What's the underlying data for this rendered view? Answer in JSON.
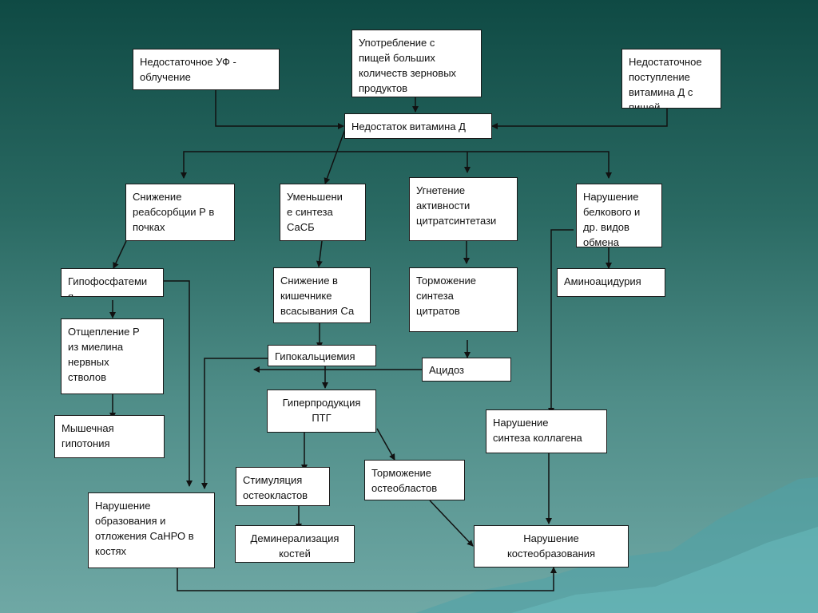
{
  "colors": {
    "background_top": "#0f4a44",
    "background_bottom": "#6fa8a5",
    "box_fill": "#ffffff",
    "line": "#111111"
  },
  "nodes": {
    "uv": "Недостаточное УФ -\nоблучение",
    "grain": "Употребление с\nпищей больших\nколичеств зерновых\nпродуктов",
    "intake": "Недостаточное\nпоступление\nвитамина Д с\nпищей",
    "deficit": "Недостаток витамина Д",
    "p_reabsorb": "Снижение\nреабсорбции Р в\nпочках",
    "casb": "Уменьшени\nе синтеза\nСаСБ",
    "citrate_synth": "Угнетение\nактивности\nцитратсинтетази",
    "protein": "Нарушение\nбелкового и\nдр. видов\nобмена",
    "hypophos": "Гипофосфатеми\nя",
    "ca_absorb": "Снижение в\nкишечнике\nвсасывания Са",
    "citrate_inhib": "Торможение\nсинтеза\nцитратов",
    "aminoacid": "Аминоацидурия",
    "p_myelin": "Отщепление Р\nиз миелина\nнервных\nстволов",
    "hypocalc": "Гипокальциемия",
    "acidosis": "Ацидоз",
    "pth": "Гиперпродукция\nПТГ",
    "collagen": "Нарушение\nсинтеза коллагена",
    "hypotonia": "Мышечная\nгипотония",
    "osteoclast": "Стимуляция\nостеокластов",
    "osteoblast": "Торможение\nостеобластов",
    "cahpo": "Нарушение\nобразования и\nотложения СаНРО в\nкостях",
    "demineral": "Деминерализация\nкостей",
    "bone_form": "Нарушение\nкостеобразования"
  }
}
